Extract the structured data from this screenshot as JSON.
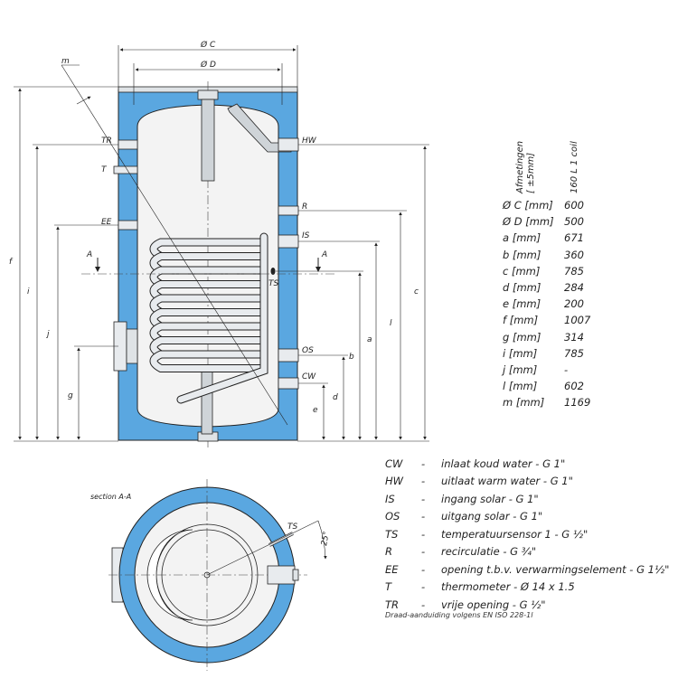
{
  "drawing": {
    "labels": {
      "dia_c": "Ø C",
      "dia_d": "Ø D",
      "m": "m",
      "f": "f",
      "i": "i",
      "j": "j",
      "g": "g",
      "c": "c",
      "l": "l",
      "a": "a",
      "b": "b",
      "d": "d",
      "e": "e",
      "section_a_left": "A",
      "section_a_right": "A",
      "tr": "TR",
      "t": "T",
      "ee": "EE",
      "hw": "HW",
      "r": "R",
      "is": "IS",
      "ts": "TS",
      "os": "OS",
      "cw": "CW"
    },
    "section_title": "section A-A",
    "section_ts": "TS",
    "section_angle": "25°"
  },
  "table": {
    "header_left": "Afmetingen",
    "header_left_sub": "[ ±5mm]",
    "header_right": "160 L 1 coil",
    "rows": [
      {
        "key": "Ø C [mm]",
        "value": "600"
      },
      {
        "key": "Ø D [mm]",
        "value": "500"
      },
      {
        "key": "a [mm]",
        "value": "671"
      },
      {
        "key": "b [mm]",
        "value": "360"
      },
      {
        "key": "c [mm]",
        "value": "785"
      },
      {
        "key": "d [mm]",
        "value": "284"
      },
      {
        "key": "e [mm]",
        "value": "200"
      },
      {
        "key": "f [mm]",
        "value": "1007"
      },
      {
        "key": "g [mm]",
        "value": "314"
      },
      {
        "key": "i [mm]",
        "value": "785"
      },
      {
        "key": "j [mm]",
        "value": "-"
      },
      {
        "key": "l [mm]",
        "value": "602"
      },
      {
        "key": "m [mm]",
        "value": "1169"
      }
    ]
  },
  "legend": {
    "items": [
      {
        "code": "CW",
        "dash": "-",
        "desc": "inlaat koud water - G 1\""
      },
      {
        "code": "HW",
        "dash": "-",
        "desc": "uitlaat warm water - G 1\""
      },
      {
        "code": "IS",
        "dash": "-",
        "desc": "ingang solar - G 1\""
      },
      {
        "code": "OS",
        "dash": "-",
        "desc": "uitgang solar - G 1\""
      },
      {
        "code": "TS",
        "dash": "-",
        "desc": "temperatuursensor 1 - G ½\""
      },
      {
        "code": "R",
        "dash": "-",
        "desc": "recirculatie - G ¾\""
      },
      {
        "code": "EE",
        "dash": "-",
        "desc": "opening t.b.v. verwarmingselement - G 1½\""
      },
      {
        "code": "T",
        "dash": "-",
        "desc": "thermometer - Ø 14 x 1.5"
      },
      {
        "code": "TR",
        "dash": "-",
        "desc": "vrije opening - G ½\""
      }
    ],
    "footnote": "Draad-aanduiding volgens EN ISO 228-1l"
  },
  "colors": {
    "insulation": "#5aa7e0",
    "tank_inner": "#f3f3f3",
    "line": "#222222"
  }
}
